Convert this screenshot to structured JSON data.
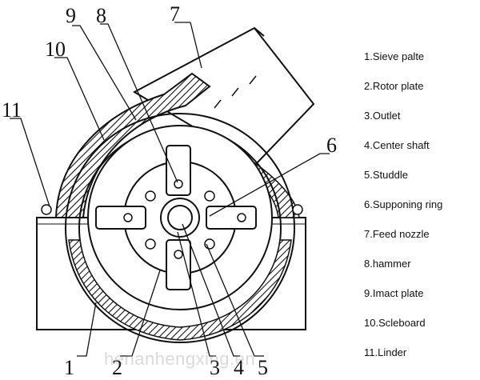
{
  "legend": [
    "1.Sieve palte",
    "2.Rotor plate",
    "3.Outlet",
    "4.Center shaft",
    "5.Studdle",
    "6.Supponing ring",
    "7.Feed nozzle",
    "8.hammer",
    "9.Imact plate",
    "10.Scleboard",
    "11.Linder"
  ],
  "callouts": {
    "c1": "1",
    "c2": "2",
    "c3": "3",
    "c4": "4",
    "c5": "5",
    "c6": "6",
    "c7": "7",
    "c8": "8",
    "c9": "9",
    "c10": "10",
    "c11": "11"
  },
  "watermark": "henanhengxing.en"
}
